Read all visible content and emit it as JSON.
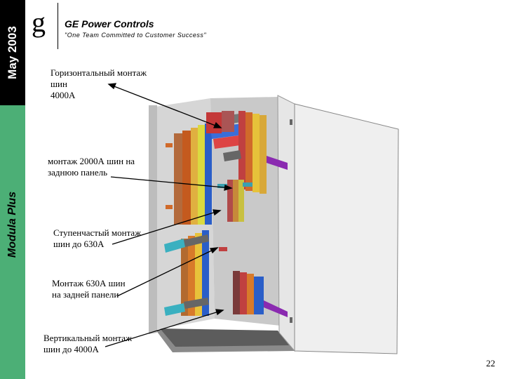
{
  "sidebar": {
    "date": "May 2003",
    "product": "Modula Plus"
  },
  "header": {
    "logo": "g",
    "company": "GE Power Controls",
    "tagline": "\"One Team Committed to Customer Success\""
  },
  "labels": {
    "horizontal": [
      "Горизонтальный монтаж",
      "шин",
      "4000А"
    ],
    "rear2000": [
      "монтаж 2000А шин на",
      "заднюю панель"
    ],
    "stepped": [
      "Ступенчастый монтаж",
      "шин до 630А"
    ],
    "rear630": [
      "Монтаж 630А шин",
      "на задней панели"
    ],
    "vertical": [
      "Вертикальный монтаж",
      "шин до 4000А"
    ]
  },
  "page_number": "22",
  "colors": {
    "sidebar_green": "#4caf76",
    "date_block": "#000000"
  }
}
